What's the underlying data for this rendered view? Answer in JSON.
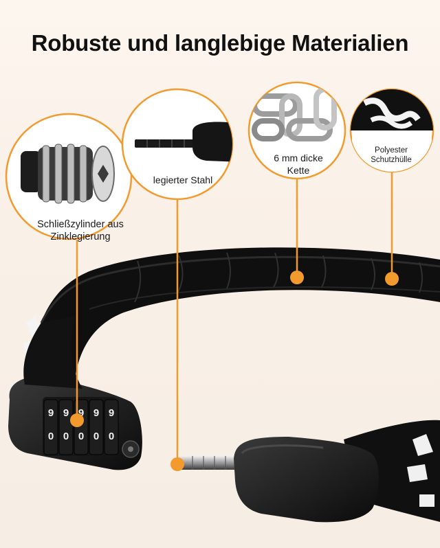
{
  "title": "Robuste und langlebige Materialien",
  "callouts": {
    "cylinder": {
      "line1": "Schließzylinder aus",
      "line2": "Zinklegierung"
    },
    "steel": {
      "label": "legierter Stahl"
    },
    "chain": {
      "line1": "6 mm dicke",
      "line2": "Kette"
    },
    "sleeve": {
      "line1": "Polyester",
      "line2": "Schutzhülle"
    }
  },
  "lock_digits": [
    "0",
    "0",
    "0",
    "0",
    "0"
  ],
  "colors": {
    "accent": "#f39a2e",
    "lock": "#141414",
    "background": "#faf1e9"
  }
}
